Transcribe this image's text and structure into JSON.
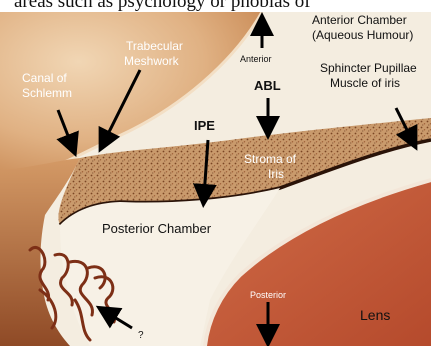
{
  "header_text": "areas such as psychology or phobias of",
  "labels": {
    "anterior_chamber": [
      "Anterior Chamber",
      "(Aqueous Humour)"
    ],
    "trabecular": [
      "Trabecular",
      "Meshwork"
    ],
    "canal": [
      "Canal of",
      "Schlemm"
    ],
    "anterior": "Anterior",
    "abl": "ABL",
    "sphincter": [
      "Sphincter Pupillae",
      "Muscle of iris"
    ],
    "ipe": "IPE",
    "stroma": [
      "Stroma of",
      "Iris"
    ],
    "posterior_chamber": "Posterior Chamber",
    "posterior": "Posterior",
    "lens": "Lens",
    "question": "?"
  },
  "colors": {
    "tissue_light": "#e9c6a0",
    "tissue_mid": "#c98852",
    "tissue_dark": "#8a3c1c",
    "lens": "#c65a38",
    "chamber": "#f4ede0",
    "iris_stroma": "#c89a6c",
    "arrow": "#000000"
  }
}
